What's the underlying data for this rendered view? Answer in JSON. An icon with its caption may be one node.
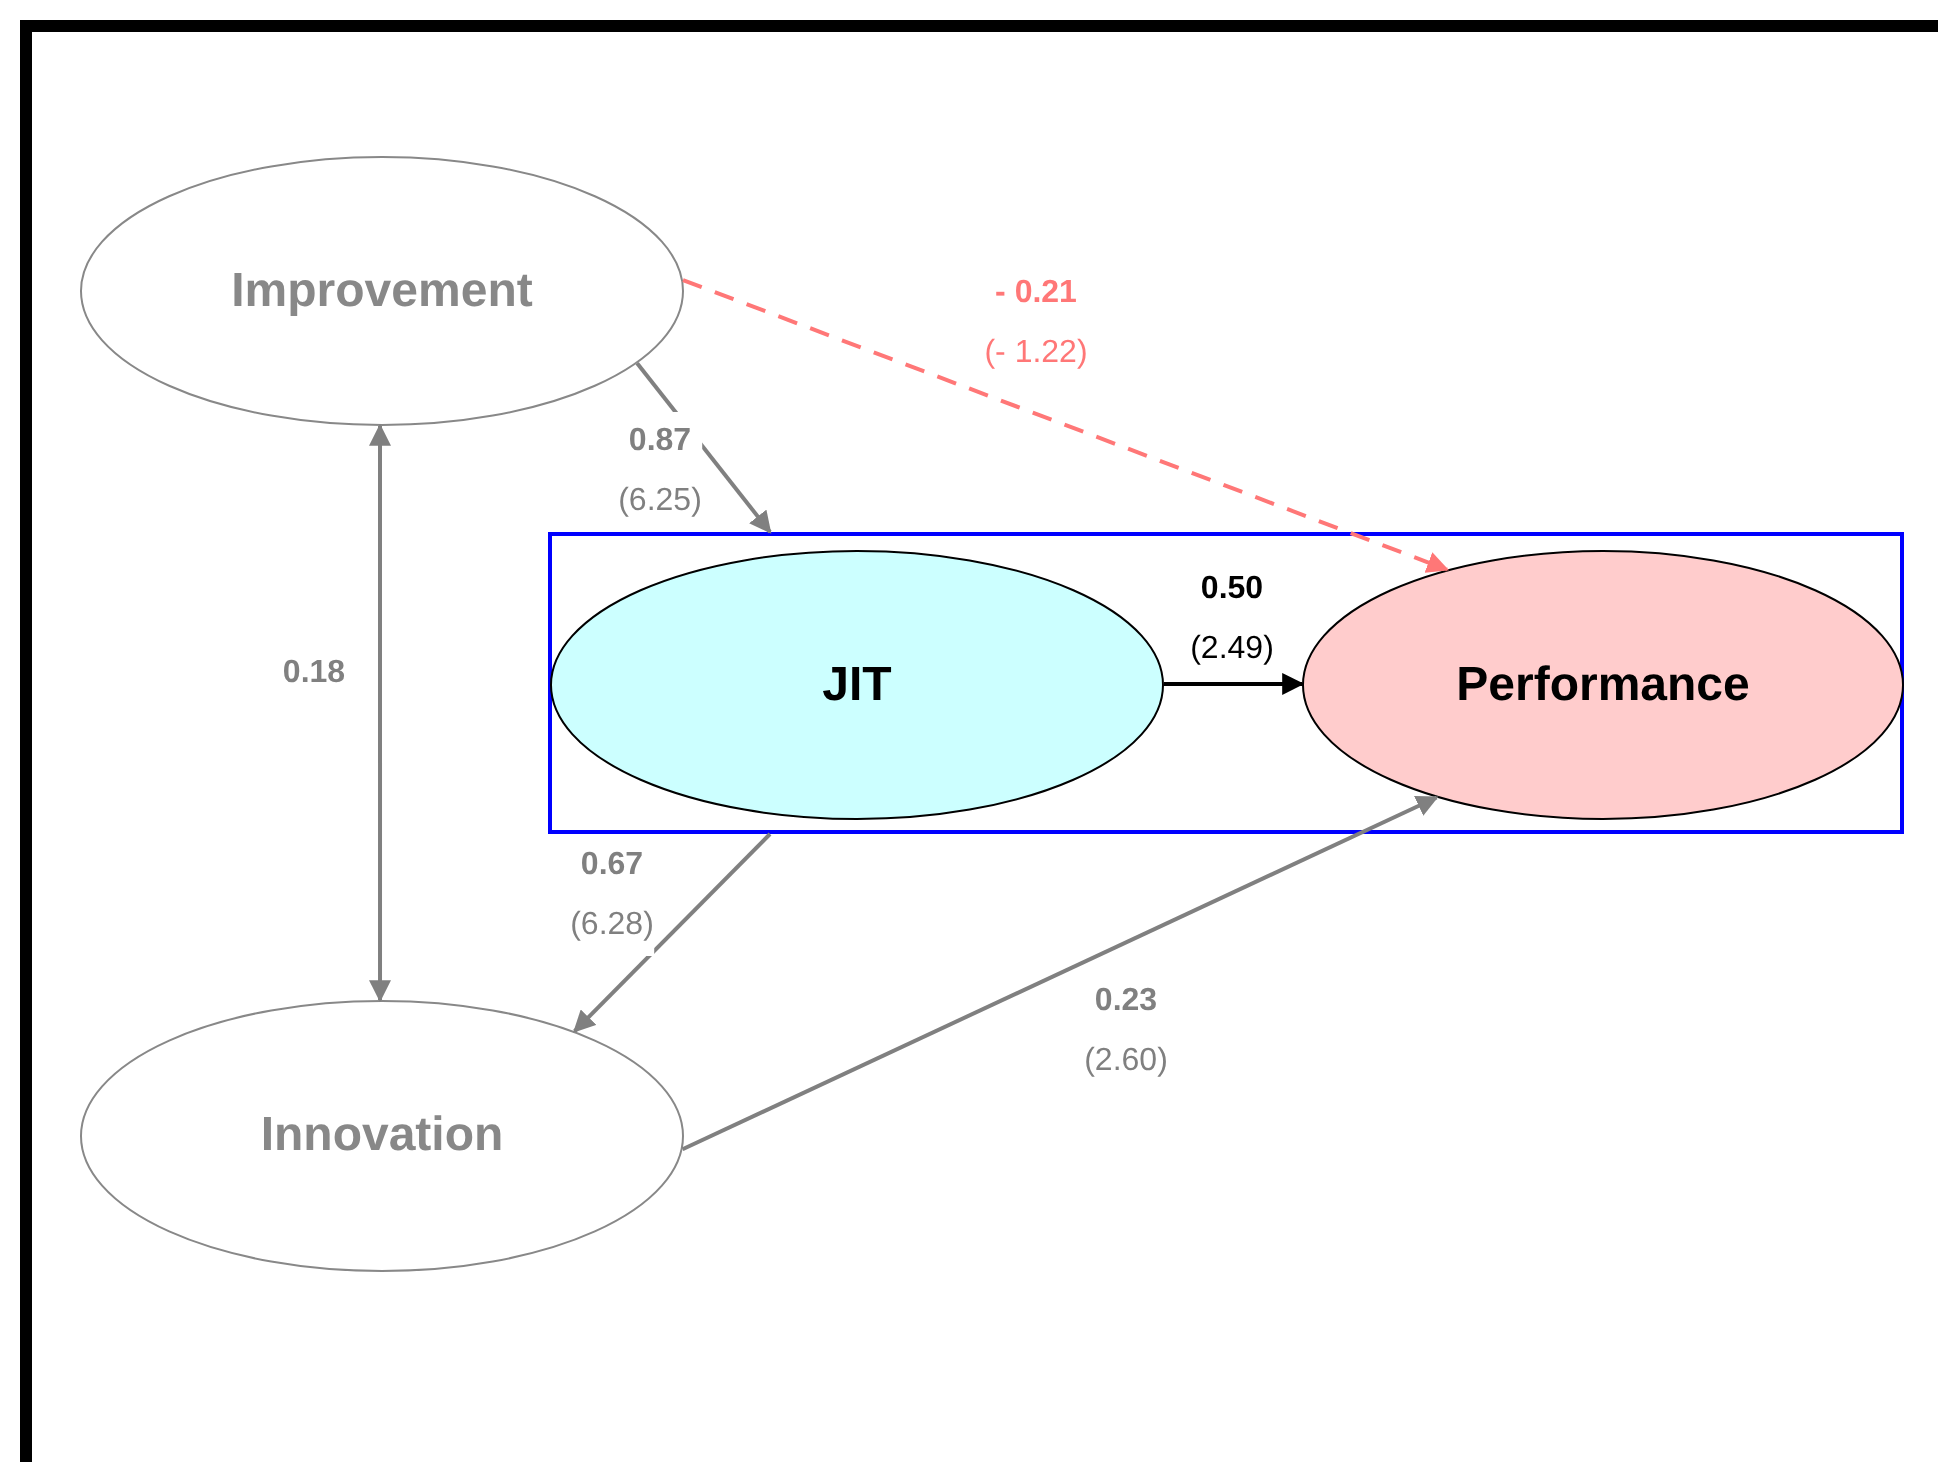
{
  "diagram": {
    "nodes": [
      {
        "text": [
          "Improvement"
        ]
      },
      {
        "text": [],
        "shape": "box"
      },
      {
        "text": [
          "JIT"
        ],
        "in": 1
      },
      {
        "text": [
          "Performance"
        ],
        "in": 1
      },
      {
        "text": [
          "Innovation"
        ]
      }
    ],
    "edges": [
      {
        "from": 0,
        "to": 3,
        "arrow": "to",
        "label": "**- 0.21** (- 1.22)",
        "style": "dashed",
        "color": "#ff7777"
      },
      {
        "from": 0,
        "to": 1,
        "arrow": "to",
        "label": "**0.87** (6.25)"
      },
      {
        "from": 1,
        "to": 4,
        "arrow": "to",
        "label": "**0.67** (6.28)"
      },
      {
        "from": 0,
        "to": 4,
        "arrow": "both",
        "label": "0.18"
      },
      {
        "from": 2,
        "to": 3,
        "arrow": "to",
        "label": "**0.50** (2.49)",
        "color": "#000000"
      },
      {
        "from": 4,
        "to": 3,
        "arrow": "to",
        "label": "**0.23** (2.60)"
      }
    ]
  }
}
